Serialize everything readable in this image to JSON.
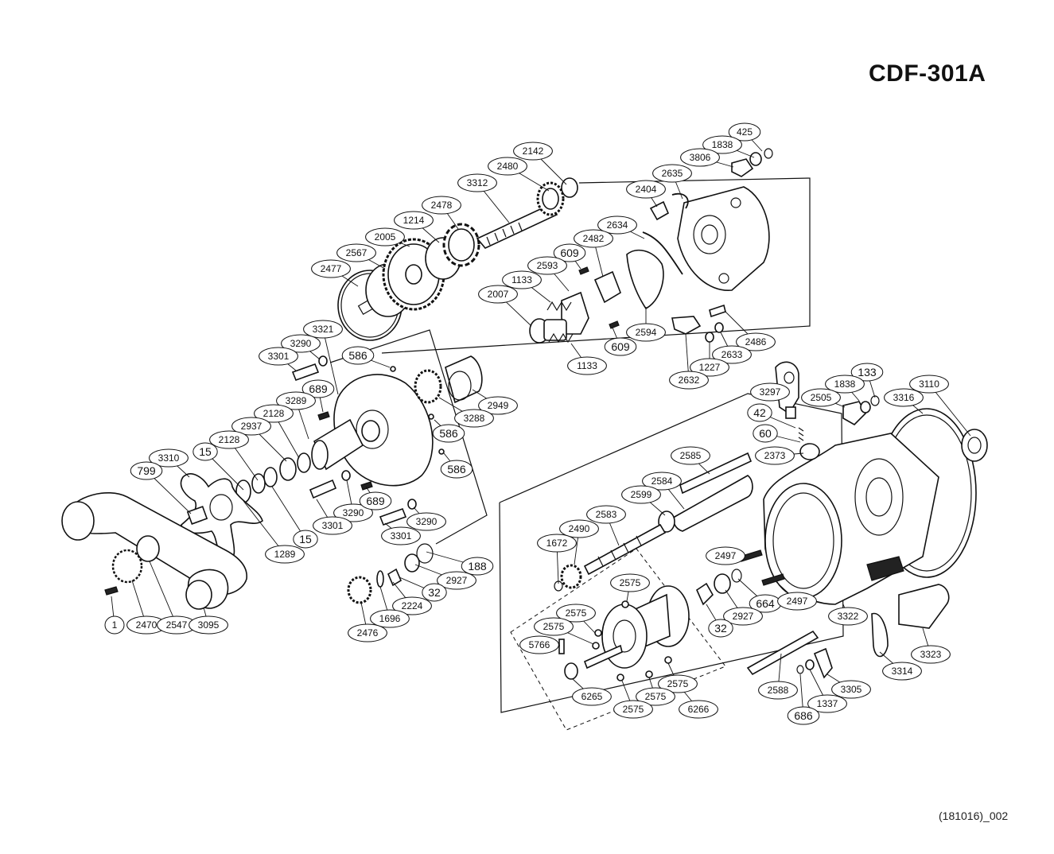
{
  "model": "CDF-301A",
  "doc_code": "(181016)_002",
  "callouts": [
    {
      "id": "c1",
      "label": "425"
    },
    {
      "id": "c2",
      "label": "1838"
    },
    {
      "id": "c3",
      "label": "3806"
    },
    {
      "id": "c4",
      "label": "2142"
    },
    {
      "id": "c5",
      "label": "2480"
    },
    {
      "id": "c6",
      "label": "3312"
    },
    {
      "id": "c7",
      "label": "2635"
    },
    {
      "id": "c8",
      "label": "2404"
    },
    {
      "id": "c9",
      "label": "2478"
    },
    {
      "id": "c10",
      "label": "1214"
    },
    {
      "id": "c11",
      "label": "2005"
    },
    {
      "id": "c12",
      "label": "2567"
    },
    {
      "id": "c13",
      "label": "2477"
    },
    {
      "id": "c14",
      "label": "2634"
    },
    {
      "id": "c15",
      "label": "609"
    },
    {
      "id": "c16",
      "label": "2482"
    },
    {
      "id": "c17",
      "label": "2593"
    },
    {
      "id": "c18",
      "label": "1133"
    },
    {
      "id": "c19",
      "label": "2007"
    },
    {
      "id": "c20",
      "label": "609"
    },
    {
      "id": "c21",
      "label": "2594"
    },
    {
      "id": "c22",
      "label": "1133"
    },
    {
      "id": "c23",
      "label": "2486"
    },
    {
      "id": "c24",
      "label": "2633"
    },
    {
      "id": "c25",
      "label": "1227"
    },
    {
      "id": "c26",
      "label": "2632"
    },
    {
      "id": "c27",
      "label": "3321"
    },
    {
      "id": "c28",
      "label": "3290"
    },
    {
      "id": "c29",
      "label": "3301"
    },
    {
      "id": "c30",
      "label": "586"
    },
    {
      "id": "c31",
      "label": "689"
    },
    {
      "id": "c32",
      "label": "3289"
    },
    {
      "id": "c33",
      "label": "2128"
    },
    {
      "id": "c34",
      "label": "2937"
    },
    {
      "id": "c35",
      "label": "2949"
    },
    {
      "id": "c36",
      "label": "3288"
    },
    {
      "id": "c37",
      "label": "586"
    },
    {
      "id": "c38",
      "label": "586"
    },
    {
      "id": "c39",
      "label": "133"
    },
    {
      "id": "c40",
      "label": "1838"
    },
    {
      "id": "c41",
      "label": "3110"
    },
    {
      "id": "c42",
      "label": "3297"
    },
    {
      "id": "c43",
      "label": "2505"
    },
    {
      "id": "c44",
      "label": "3316"
    },
    {
      "id": "c45",
      "label": "42"
    },
    {
      "id": "c46",
      "label": "60"
    },
    {
      "id": "c47",
      "label": "2373"
    },
    {
      "id": "c48",
      "label": "3310"
    },
    {
      "id": "c49",
      "label": "15"
    },
    {
      "id": "c50",
      "label": "2128"
    },
    {
      "id": "c51",
      "label": "799"
    },
    {
      "id": "c52",
      "label": "3290"
    },
    {
      "id": "c53",
      "label": "689"
    },
    {
      "id": "c54",
      "label": "3290"
    },
    {
      "id": "c55",
      "label": "3301"
    },
    {
      "id": "c56",
      "label": "3301"
    },
    {
      "id": "c57",
      "label": "1289"
    },
    {
      "id": "c58",
      "label": "15"
    },
    {
      "id": "c59",
      "label": "2585"
    },
    {
      "id": "c60",
      "label": "2584"
    },
    {
      "id": "c61",
      "label": "2599"
    },
    {
      "id": "c62",
      "label": "2583"
    },
    {
      "id": "c63",
      "label": "2490"
    },
    {
      "id": "c64",
      "label": "1672"
    },
    {
      "id": "c65",
      "label": "188"
    },
    {
      "id": "c66",
      "label": "2927"
    },
    {
      "id": "c67",
      "label": "32"
    },
    {
      "id": "c68",
      "label": "2224"
    },
    {
      "id": "c69",
      "label": "1696"
    },
    {
      "id": "c70",
      "label": "2476"
    },
    {
      "id": "c71",
      "label": "1"
    },
    {
      "id": "c72",
      "label": "2470"
    },
    {
      "id": "c73",
      "label": "2547"
    },
    {
      "id": "c74",
      "label": "3095"
    },
    {
      "id": "c75",
      "label": "2575"
    },
    {
      "id": "c76",
      "label": "2575"
    },
    {
      "id": "c77",
      "label": "2575"
    },
    {
      "id": "c78",
      "label": "5766"
    },
    {
      "id": "c79",
      "label": "2497"
    },
    {
      "id": "c80",
      "label": "664"
    },
    {
      "id": "c81",
      "label": "2497"
    },
    {
      "id": "c82",
      "label": "2927"
    },
    {
      "id": "c83",
      "label": "32"
    },
    {
      "id": "c84",
      "label": "3322"
    },
    {
      "id": "c85",
      "label": "2575"
    },
    {
      "id": "c86",
      "label": "2575"
    },
    {
      "id": "c87",
      "label": "2575"
    },
    {
      "id": "c88",
      "label": "6265"
    },
    {
      "id": "c89",
      "label": "6266"
    },
    {
      "id": "c90",
      "label": "2588"
    },
    {
      "id": "c91",
      "label": "3305"
    },
    {
      "id": "c92",
      "label": "1337"
    },
    {
      "id": "c93",
      "label": "686"
    },
    {
      "id": "c94",
      "label": "3314"
    },
    {
      "id": "c95",
      "label": "3323"
    }
  ]
}
